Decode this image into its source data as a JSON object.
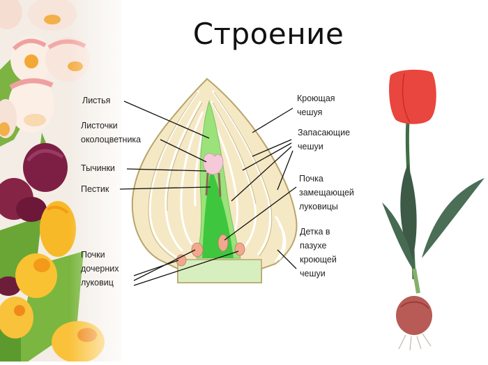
{
  "title": "Строение",
  "diagram": {
    "subject": "tulip-bulb-cross-section",
    "colors": {
      "scale_fill": "#f5e8c4",
      "scale_outline": "#b8a46a",
      "shoot_green": "#3fc63f",
      "leaf_green": "#9be27a",
      "base_fill": "#d7efbf",
      "bud_pink": "#f0a98c",
      "perianth_pink": "#f6c9d8"
    },
    "labels_left": [
      {
        "id": "leaves",
        "lines": [
          "Листья"
        ]
      },
      {
        "id": "perianth",
        "lines": [
          "Листочки",
          "околоцветника"
        ]
      },
      {
        "id": "stamens",
        "lines": [
          "Тычинки"
        ]
      },
      {
        "id": "pistil",
        "lines": [
          "Пестик"
        ]
      },
      {
        "id": "daughter-buds",
        "lines": [
          "Почки",
          "дочерних",
          "луковиц"
        ]
      }
    ],
    "labels_right": [
      {
        "id": "covering-scale",
        "lines": [
          "Кроющая",
          "чешуя"
        ]
      },
      {
        "id": "storage-scales",
        "lines": [
          "Запасающие",
          "чешуи"
        ]
      },
      {
        "id": "replacement-bud",
        "lines": [
          "Почка",
          "замещающей",
          "луковицы"
        ]
      },
      {
        "id": "offset-bulblet",
        "lines": [
          "Детка в",
          "пазухе",
          "кроющей",
          "чешуи"
        ]
      }
    ]
  },
  "illustrations": {
    "left_border": "tulip-bouquet-photo",
    "right": "whole-tulip-plant-with-bulb"
  }
}
